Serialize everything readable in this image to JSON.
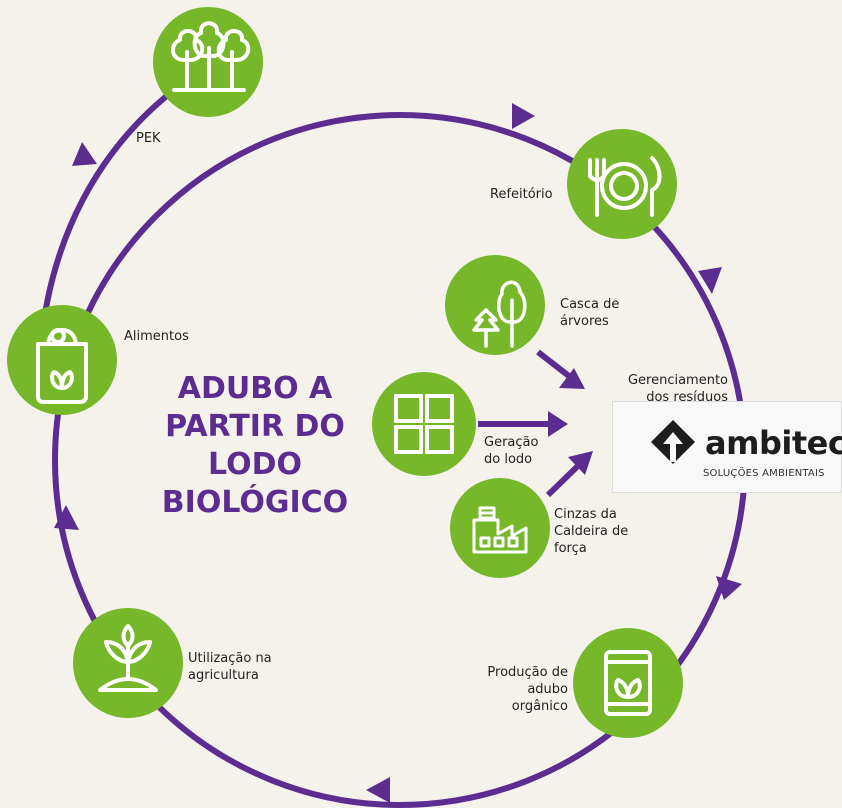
{
  "title_lines": [
    "ADUBO A",
    "PARTIR DO",
    "LODO",
    "BIOLÓGICO"
  ],
  "nodes": {
    "pek": {
      "label": "PEK",
      "icon": "forest-icon"
    },
    "refeitorio": {
      "label": "Refeitório",
      "icon": "plate-cutlery-icon"
    },
    "alimentos": {
      "label": "Alimentos",
      "icon": "grocery-bag-icon"
    },
    "casca": {
      "label_lines": [
        "Casca de",
        "árvores"
      ],
      "icon": "trees-icon"
    },
    "geracao": {
      "label_lines": [
        "Geração",
        "do lodo"
      ],
      "icon": "tiles-icon"
    },
    "cinzas": {
      "label_lines": [
        "Cinzas da",
        "Caldeira de",
        "força"
      ],
      "icon": "factory-icon"
    },
    "utilizacao": {
      "label_lines": [
        "Utilização na",
        "agricultura"
      ],
      "icon": "sprout-icon"
    },
    "producao": {
      "label_lines": [
        "Produção de",
        "adubo",
        "orgânico"
      ],
      "icon": "fertilizer-bag-icon"
    },
    "gerenciamento": {
      "label_lines": [
        "Gerenciamento",
        "dos resíduos"
      ]
    }
  },
  "logo": {
    "name": "ambitec",
    "tagline": "SOLUÇÕES AMBIENTAIS"
  },
  "colors": {
    "green": "#76b82a",
    "purple": "#5b2d91",
    "background": "#f5f2ec"
  }
}
